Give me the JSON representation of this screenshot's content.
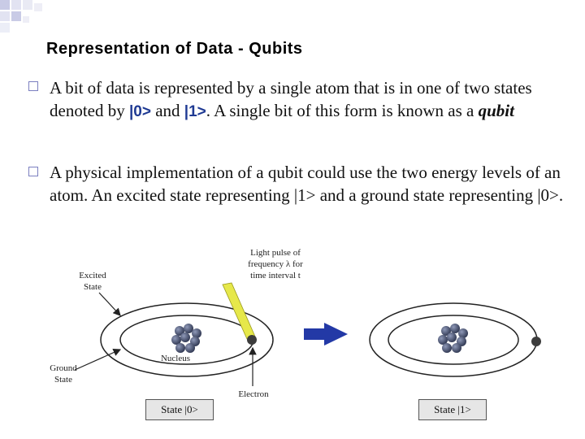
{
  "slide": {
    "title": "Representation of Data  - Qubits"
  },
  "bullets": [
    {
      "t1": "A bit of data is represented by a single atom that is in one of two states denoted by ",
      "ket0": "|0>",
      "and": " and ",
      "ket1": "|1>",
      "t2": ".  A single bit of this form is known as a ",
      "qubit": "qubit"
    },
    {
      "text": "A physical implementation of a qubit could use the two energy levels of an atom.  An excited state representing |1> and a ground state representing |0>."
    }
  ],
  "diagram": {
    "excited_1": "Excited",
    "excited_2": "State",
    "ground_1": "Ground",
    "ground_2": "State",
    "light_1": "Light pulse of",
    "light_2": "frequency λ for",
    "light_3": "time interval t",
    "nucleus": "Nucleus",
    "electron": "Electron",
    "state0": "State |0>",
    "state1": "State |1>",
    "colors": {
      "light_pulse": "#e6e84a",
      "arrow": "#2339a6",
      "nucleus": "#3c4660",
      "electron": "#3c3c3c"
    }
  }
}
